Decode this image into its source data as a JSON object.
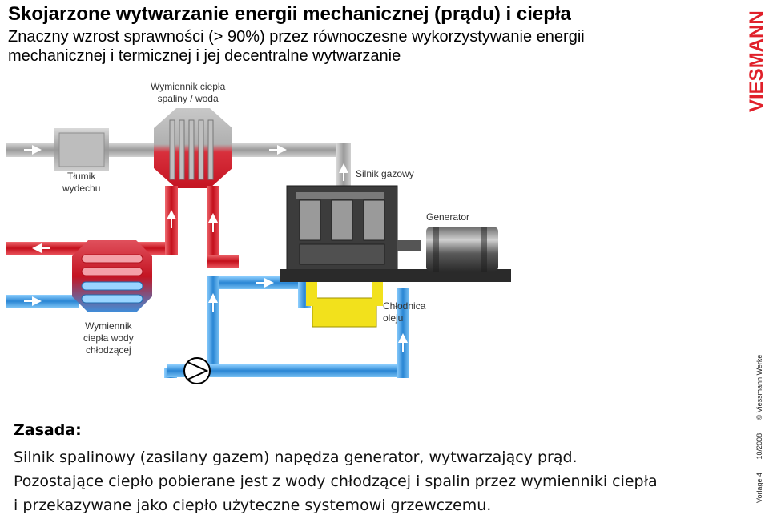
{
  "header": {
    "title": "Skojarzone wytwarzanie energii mechanicznej (prądu) i ciepła",
    "subtitle_line1": "Znaczny wzrost sprawności (> 90%) przez równoczesne wykorzystywanie energii",
    "subtitle_line2": "mechanicznej i termicznej i jej decentralne wytwarzanie"
  },
  "labels": {
    "exhaust_hx_1": "Wymiennik ciepła",
    "exhaust_hx_2": "spaliny / woda",
    "muffler_1": "Tłumik",
    "muffler_2": "wydechu",
    "gas_engine": "Silnik gazowy",
    "generator": "Generator",
    "coolant_hx_1": "Wymiennik",
    "coolant_hx_2": "ciepła wody",
    "coolant_hx_3": "chłodzącej",
    "oil_cooler_1": "Chłodnica",
    "oil_cooler_2": "oleju"
  },
  "principle": {
    "heading": "Zasada:",
    "line1": "Silnik spalinowy (zasilany gazem) napędza generator, wytwarzający prąd.",
    "line2": "Pozostające ciepło pobierane jest z wody chłodzącej i spalin przez wymienniki ciepła",
    "line3": "i przekazywane jako ciepło użyteczne systemowi grzewczemu."
  },
  "sidebar": {
    "logo_text": "VIESMANN",
    "vorlage": "Vorlage 4",
    "date": "10/2008",
    "copyright": "© Viessmann Werke"
  },
  "colors": {
    "pipe_grey": "#aeaeae",
    "pipe_red": "#d8232f",
    "pipe_blue": "#2f8fd9",
    "pipe_yellow": "#f4e21a",
    "brand_red": "#e0202a"
  }
}
